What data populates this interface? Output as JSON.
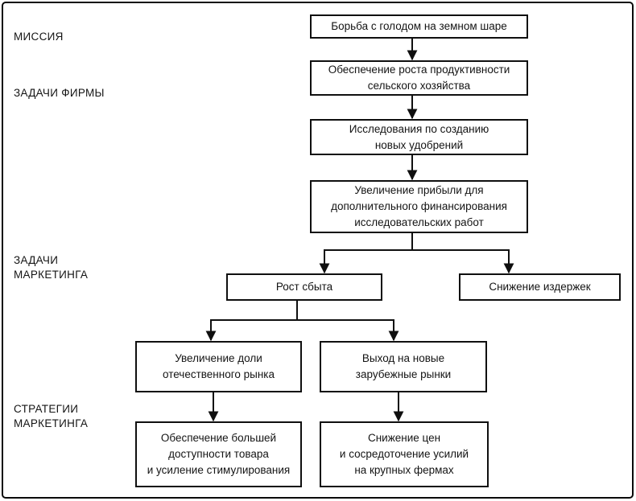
{
  "diagram": {
    "language": "ru",
    "row_labels": [
      {
        "id": "mission",
        "label": "МИССИЯ"
      },
      {
        "id": "firm_objectives",
        "label": "ЗАДАЧИ ФИРМЫ"
      },
      {
        "id": "marketing_objectives",
        "label": "ЗАДАЧИ\nМАРКЕТИНГА"
      },
      {
        "id": "marketing_strategies",
        "label": "СТРАТЕГИИ\nМАРКЕТИНГА"
      }
    ],
    "nodes": {
      "mission": "Борьба с голодом на земном шаре",
      "firm_objective": "Обеспечение роста продуктивности\nсельского хозяйства",
      "research": "Исследования  по созданию\nновых удобрений",
      "profit": "Увеличение прибыли для\nдополнительного финансирования\nисследовательских работ",
      "sales_growth": "Рост сбыта",
      "cost_reduction": "Снижение издержек",
      "domestic_share": "Увеличение доли\nотечественного рынка",
      "foreign_markets": "Выход на новые\nзарубежные рынки",
      "availability_promotion": "Обеспечение большей\nдоступности товара\nи усиление стимулирования",
      "price_cut_focus": "Снижение цен\nи сосредоточение усилий\nна крупных фермах"
    },
    "edges": [
      {
        "from": "mission",
        "to": "firm_objective"
      },
      {
        "from": "firm_objective",
        "to": "research"
      },
      {
        "from": "research",
        "to": "profit"
      },
      {
        "from": "profit",
        "to": "sales_growth"
      },
      {
        "from": "profit",
        "to": "cost_reduction"
      },
      {
        "from": "sales_growth",
        "to": "domestic_share"
      },
      {
        "from": "sales_growth",
        "to": "foreign_markets"
      },
      {
        "from": "domestic_share",
        "to": "availability_promotion"
      },
      {
        "from": "foreign_markets",
        "to": "price_cut_focus"
      }
    ],
    "colors": {
      "line": "#0f0f0f",
      "box_background": "#ffffff",
      "text": "#141414",
      "page_background": "#ffffff"
    }
  }
}
